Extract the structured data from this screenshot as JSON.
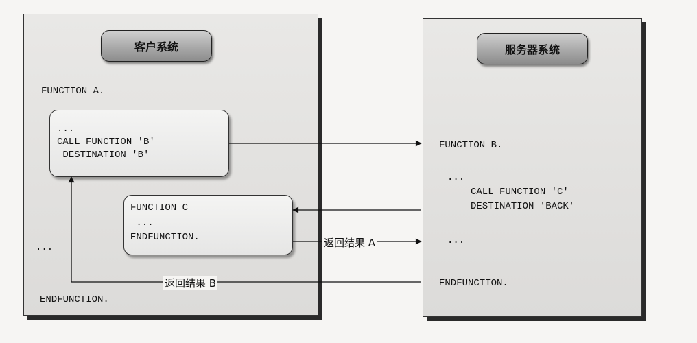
{
  "client": {
    "title": "客户系统",
    "func_header": "FUNCTION A.",
    "call_block": {
      "line1": "...",
      "line2": "CALL FUNCTION 'B'",
      "line3": " DESTINATION 'B'"
    },
    "callback_block": {
      "line1": "FUNCTION C",
      "line2": " ...",
      "line3": "ENDFUNCTION."
    },
    "ellipsis": "...",
    "func_footer": "ENDFUNCTION."
  },
  "server": {
    "title": "服务器系统",
    "func_header": "FUNCTION B.",
    "ellipsis_1": "...",
    "call_line1": "CALL FUNCTION 'C'",
    "call_line2": "DESTINATION 'BACK'",
    "ellipsis_2": "...",
    "func_footer": "ENDFUNCTION."
  },
  "labels": {
    "return_a": "返回结果 A",
    "return_b": "返回结果 B"
  }
}
